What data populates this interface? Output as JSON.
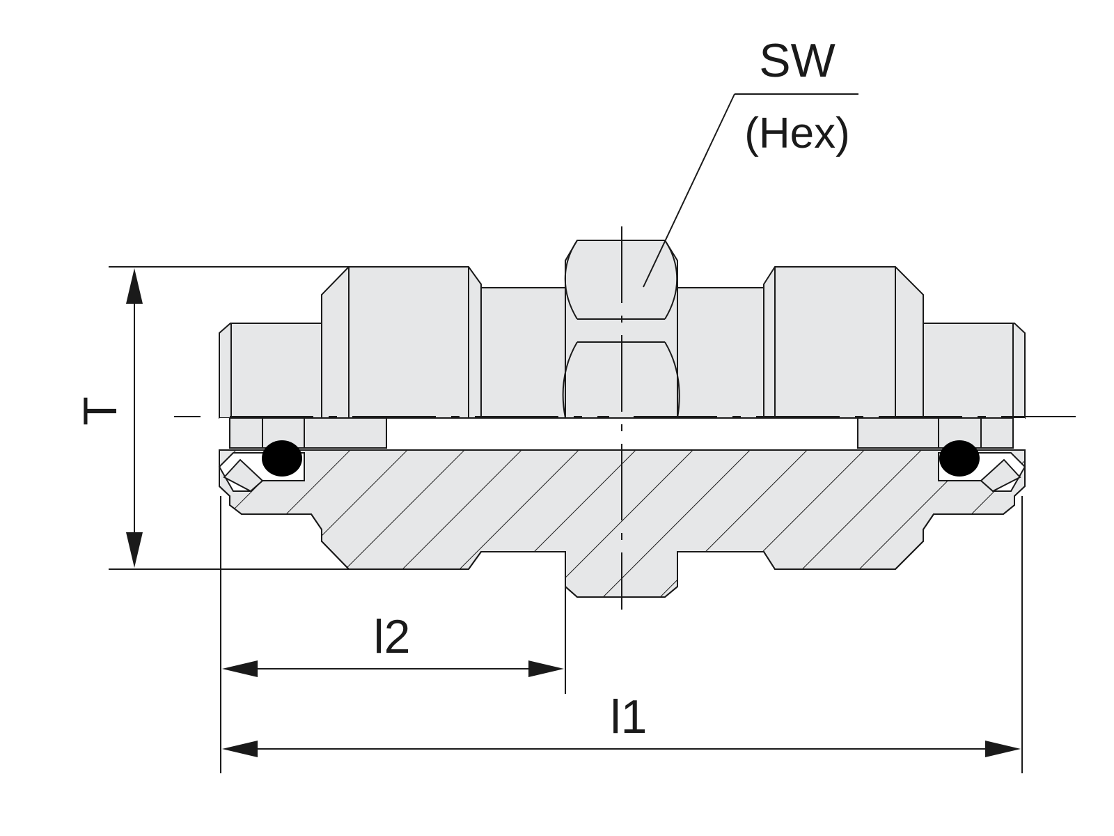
{
  "labels": {
    "hex_size": "SW",
    "hex_note": "(Hex)",
    "thread": "T",
    "length_half": "l2",
    "length_total": "l1"
  },
  "colors": {
    "body_fill": "#e6e7e8",
    "line": "#1a1a1a",
    "o_ring": "#000000",
    "background": "#ffffff"
  }
}
